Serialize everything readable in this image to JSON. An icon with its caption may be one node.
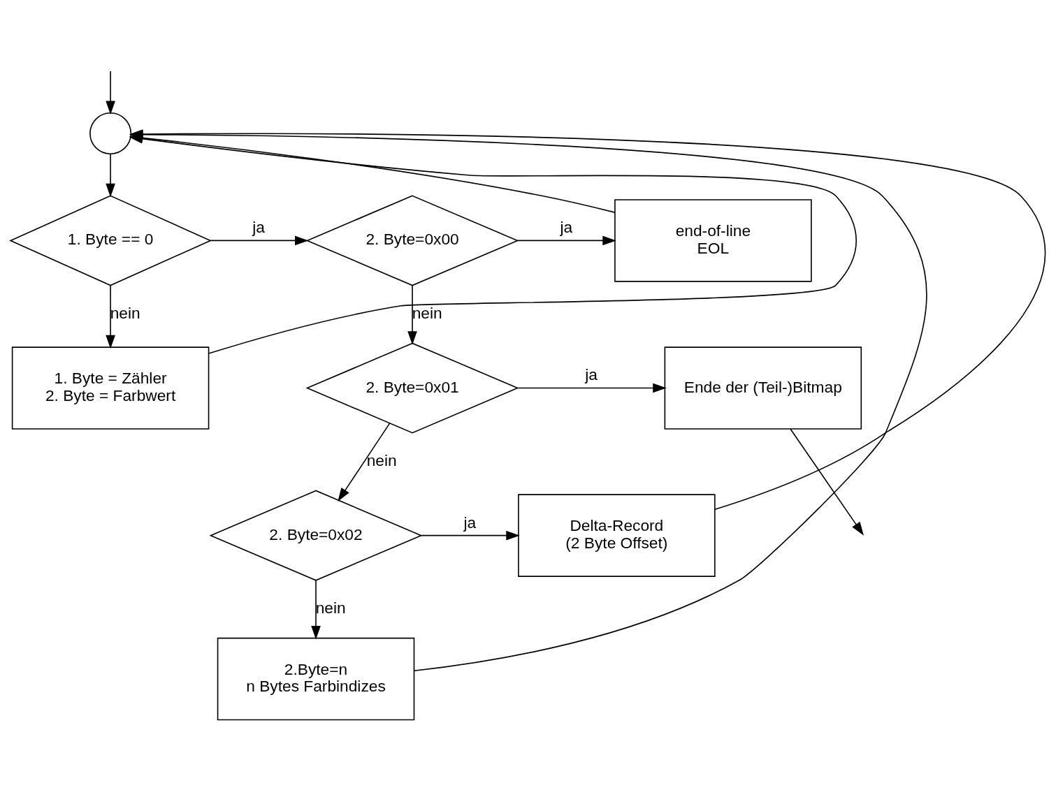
{
  "diagram": {
    "nodes": [
      {
        "text": [],
        "shape": "circle"
      },
      {
        "text": [
          "1. Byte == 0"
        ]
      },
      {
        "text": [
          "2. Byte=0x00"
        ]
      },
      {
        "text": [
          "end-of-line",
          "EOL"
        ]
      },
      {
        "text": [
          "1. Byte = Zähler",
          "2. Byte = Farbwert"
        ]
      },
      {
        "text": [
          "2. Byte=0x01"
        ]
      },
      {
        "text": [
          "Ende der (Teil-)Bitmap"
        ]
      },
      {
        "text": [
          "2. Byte=0x02"
        ]
      },
      {
        "text": [
          "Delta-Record",
          "(2 Byte Offset)"
        ]
      },
      {
        "text": [
          "2.Byte=n",
          "n Bytes Farbindizes"
        ]
      }
    ],
    "edges": [
      {
        "from": null,
        "to": 0,
        "arrow": "to"
      },
      {
        "from": 0,
        "to": 1,
        "arrow": "to"
      },
      {
        "from": 1,
        "to": 2,
        "arrow": "to",
        "label": "ja"
      },
      {
        "from": 1,
        "to": 4,
        "arrow": "to",
        "label": "nein"
      },
      {
        "from": 2,
        "to": 3,
        "arrow": "to",
        "label": "ja"
      },
      {
        "from": 2,
        "to": 5,
        "arrow": "to",
        "label": "nein"
      },
      {
        "from": 5,
        "to": 6,
        "arrow": "to",
        "label": "ja"
      },
      {
        "from": 5,
        "to": 7,
        "arrow": "to",
        "label": "nein"
      },
      {
        "from": 7,
        "to": 8,
        "arrow": "to",
        "label": "ja"
      },
      {
        "from": 7,
        "to": 9,
        "arrow": "to",
        "label": "nein"
      },
      {
        "from": 3,
        "to": 0,
        "arrow": "to"
      },
      {
        "from": 8,
        "to": 0,
        "arrow": "to"
      },
      {
        "from": 4,
        "to": 0,
        "arrow": "to"
      },
      {
        "from": 9,
        "to": 0,
        "arrow": "to"
      },
      {
        "from": 6,
        "to": null,
        "arrow": "to"
      }
    ]
  }
}
